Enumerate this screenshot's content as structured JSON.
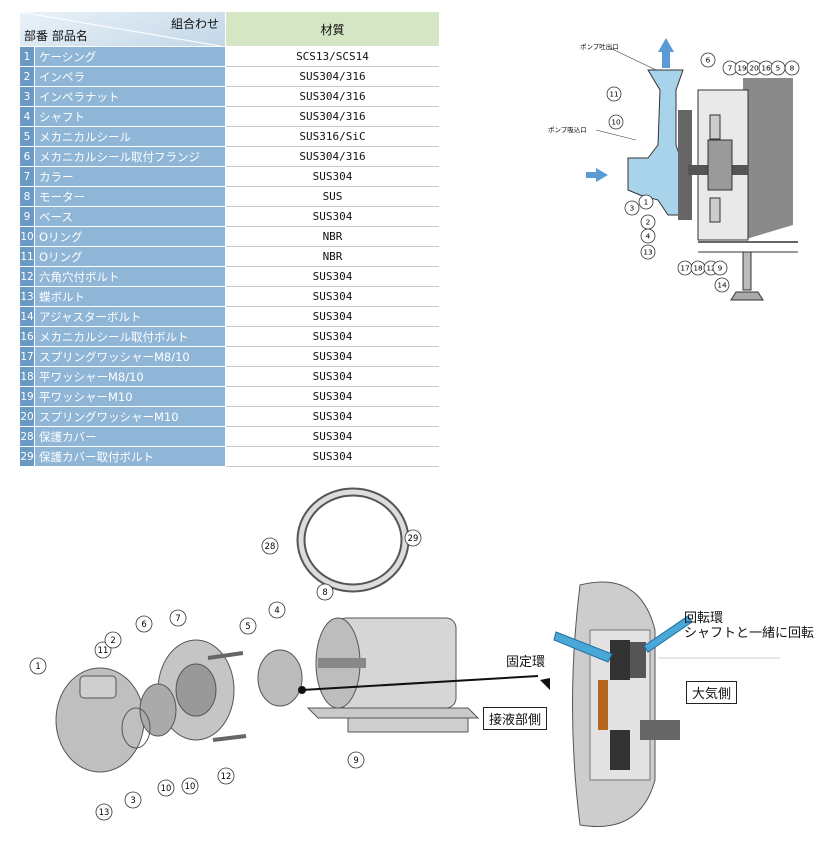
{
  "table": {
    "header_combination": "組合わせ",
    "header_part": "部番 部品名",
    "header_material": "材質",
    "rows": [
      {
        "no": "1",
        "name": "ケーシング",
        "material": "SCS13/SCS14"
      },
      {
        "no": "2",
        "name": "インペラ",
        "material": "SUS304/316"
      },
      {
        "no": "3",
        "name": "インペラナット",
        "material": "SUS304/316"
      },
      {
        "no": "4",
        "name": "シャフト",
        "material": "SUS304/316"
      },
      {
        "no": "5",
        "name": "メカニカルシール",
        "material": "SUS316/SiC"
      },
      {
        "no": "6",
        "name": "メカニカルシール取付フランジ",
        "material": "SUS304/316"
      },
      {
        "no": "7",
        "name": "カラー",
        "material": "SUS304"
      },
      {
        "no": "8",
        "name": "モーター",
        "material": "SUS"
      },
      {
        "no": "9",
        "name": "ベース",
        "material": "SUS304"
      },
      {
        "no": "10",
        "name": "Oリング",
        "material": "NBR"
      },
      {
        "no": "11",
        "name": "Oリング",
        "material": "NBR"
      },
      {
        "no": "12",
        "name": "六角穴付ボルト",
        "material": "SUS304"
      },
      {
        "no": "13",
        "name": "蝶ボルト",
        "material": "SUS304"
      },
      {
        "no": "14",
        "name": "アジャスターボルト",
        "material": "SUS304"
      },
      {
        "no": "16",
        "name": "メカニカルシール取付ボルト",
        "material": "SUS304"
      },
      {
        "no": "17",
        "name": "スプリングワッシャーM8/10",
        "material": "SUS304"
      },
      {
        "no": "18",
        "name": "平ワッシャーM8/10",
        "material": "SUS304"
      },
      {
        "no": "19",
        "name": "平ワッシャーM10",
        "material": "SUS304"
      },
      {
        "no": "20",
        "name": "スプリングワッシャーM10",
        "material": "SUS304"
      },
      {
        "no": "28",
        "name": "保護カバー",
        "material": "SUS304"
      },
      {
        "no": "29",
        "name": "保護カバー取付ボルト",
        "material": "SUS304"
      }
    ]
  },
  "section": {
    "outlet_label": "ポンプ吐出口",
    "inlet_label": "ポンプ吸込口",
    "callouts": [
      "6",
      "7",
      "19",
      "20",
      "16",
      "5",
      "8",
      "11",
      "10",
      "3",
      "1",
      "2",
      "4",
      "13",
      "17",
      "18",
      "12",
      "9",
      "14"
    ],
    "water_color": "#a9d3ea",
    "arrow_color": "#5b9bd5"
  },
  "exploded": {
    "callouts": [
      "1",
      "11",
      "2",
      "6",
      "7",
      "5",
      "4",
      "8",
      "28",
      "29",
      "3",
      "10",
      "10",
      "12",
      "13",
      "9"
    ]
  },
  "seal": {
    "rotating_ring": "回転環",
    "rotating_note": "シャフトと一緒に回転",
    "fixed_ring": "固定環",
    "wetted_side": "接液部側",
    "atmosphere_side": "大気側",
    "arrow_color": "#4aa8d8"
  }
}
